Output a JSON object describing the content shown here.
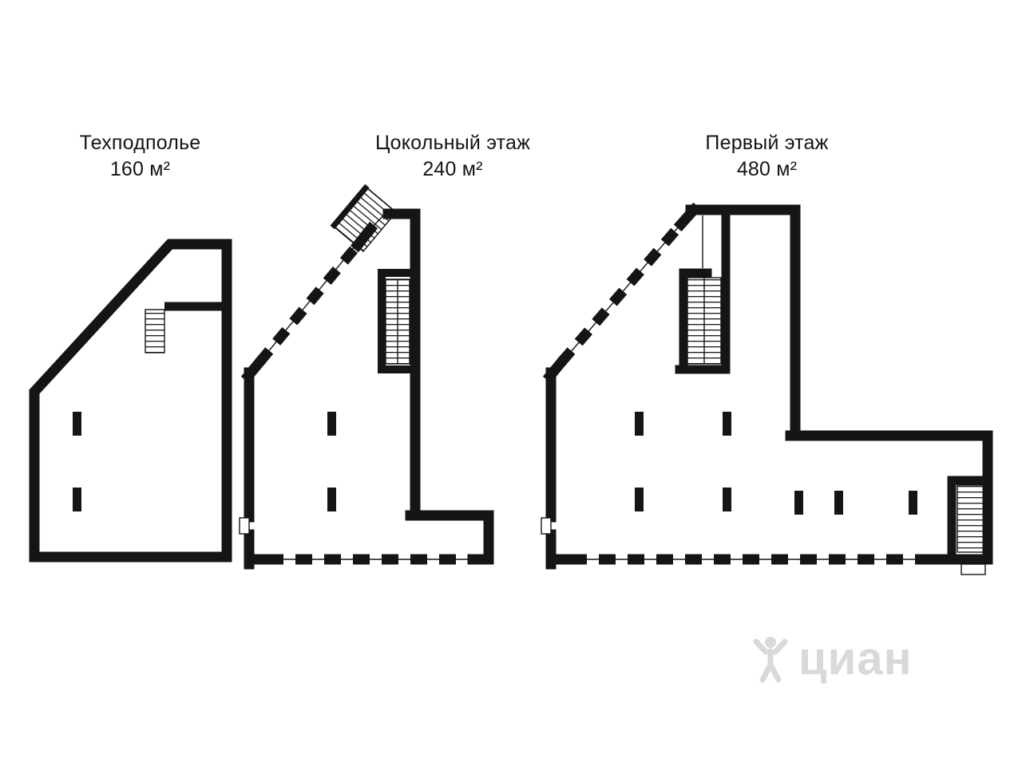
{
  "plans": [
    {
      "title": "Техподполье",
      "area": "160 м²"
    },
    {
      "title": "Цокольный этаж",
      "area": "240 м²"
    },
    {
      "title": "Первый этаж",
      "area": "480 м²"
    }
  ],
  "watermark": {
    "brand": "циан"
  },
  "colors": {
    "ink": "#151515",
    "watermark": "#d9d9d9",
    "background": "#ffffff"
  }
}
